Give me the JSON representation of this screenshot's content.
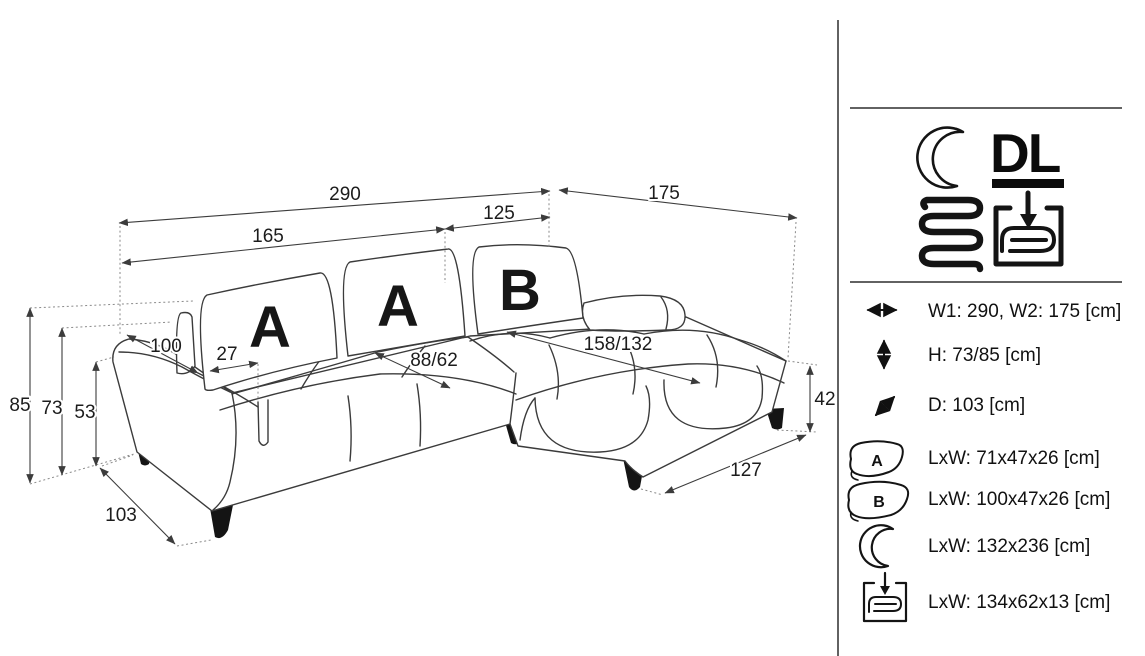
{
  "colors": {
    "ink": "#141414",
    "line": "#3b3b3b",
    "dotted": "#8a8a8a"
  },
  "diagram": {
    "cushions": {
      "left": "A",
      "middle": "A",
      "right": "B"
    },
    "dims": {
      "overall_width": "290",
      "chaise_depth": "175",
      "seat_section_width": "165",
      "chaise_section_width": "125",
      "total_height": "85",
      "backrest_height": "73",
      "armrest_height": "53",
      "side_depth": "103",
      "armrest_length": "100",
      "armrest_width": "27",
      "seat_depth": "88/62",
      "sleeping_length": "158/132",
      "base_height": "42",
      "chaise_front_width": "127"
    }
  },
  "panel": {
    "dl": "DL",
    "legend": [
      {
        "icon": "width-arrow-icon",
        "text": "W1: 290, W2: 175 [cm]"
      },
      {
        "icon": "height-arrow-icon",
        "text": "H: 73/85 [cm]"
      },
      {
        "icon": "depth-arrow-icon",
        "text": "D: 103 [cm]"
      },
      {
        "icon": "pillow-a-icon",
        "label": "A",
        "text": "LxW: 71x47x26 [cm]"
      },
      {
        "icon": "pillow-b-icon",
        "label": "B",
        "text": "LxW: 100x47x26 [cm]"
      },
      {
        "icon": "sleeping-moon-icon",
        "text": "LxW: 132x236 [cm]"
      },
      {
        "icon": "storage-box-icon",
        "text": "LxW: 134x62x13 [cm]"
      }
    ]
  }
}
